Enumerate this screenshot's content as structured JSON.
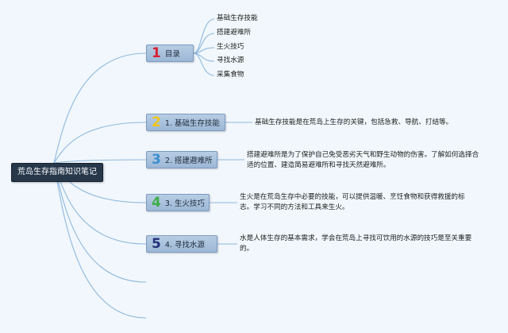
{
  "root": {
    "label": "荒岛生存指南知识笔记"
  },
  "colors": {
    "background": "#f1f7fc",
    "root": "#27384b",
    "topic": "#a8c2de",
    "line": "#8fb8de",
    "num_1": "#d92030",
    "num_2": "#f0c419",
    "num_3": "#3a8fd0",
    "num_4": "#3fae49",
    "num_5": "#26307a"
  },
  "topics": [
    {
      "num": "1",
      "label": "目录",
      "note": ""
    },
    {
      "num": "2",
      "label": "1. 基础生存技能",
      "note": "基础生存技能是在荒岛上生存的关键，包括急救、导航、打结等。"
    },
    {
      "num": "3",
      "label": "2. 搭建避难所",
      "note": "搭建避难所是为了保护自己免受恶劣天气和野生动物的伤害。了解如何选择合适的位置、建造简易避难所和寻找天然避难所。"
    },
    {
      "num": "4",
      "label": "3. 生火技巧",
      "note": "生火是在荒岛生存中必要的技能，可以提供温暖、烹饪食物和获得救援的标志。学习不同的方法和工具来生火。"
    },
    {
      "num": "5",
      "label": "4. 寻找水源",
      "note": "水是人体生存的基本需求，学会在荒岛上寻找可饮用的水源的技巧是至关重要的。"
    }
  ],
  "toc_items": [
    "基础生存技能",
    "搭建避难所",
    "生火技巧",
    "寻找水源",
    "采集食物"
  ]
}
